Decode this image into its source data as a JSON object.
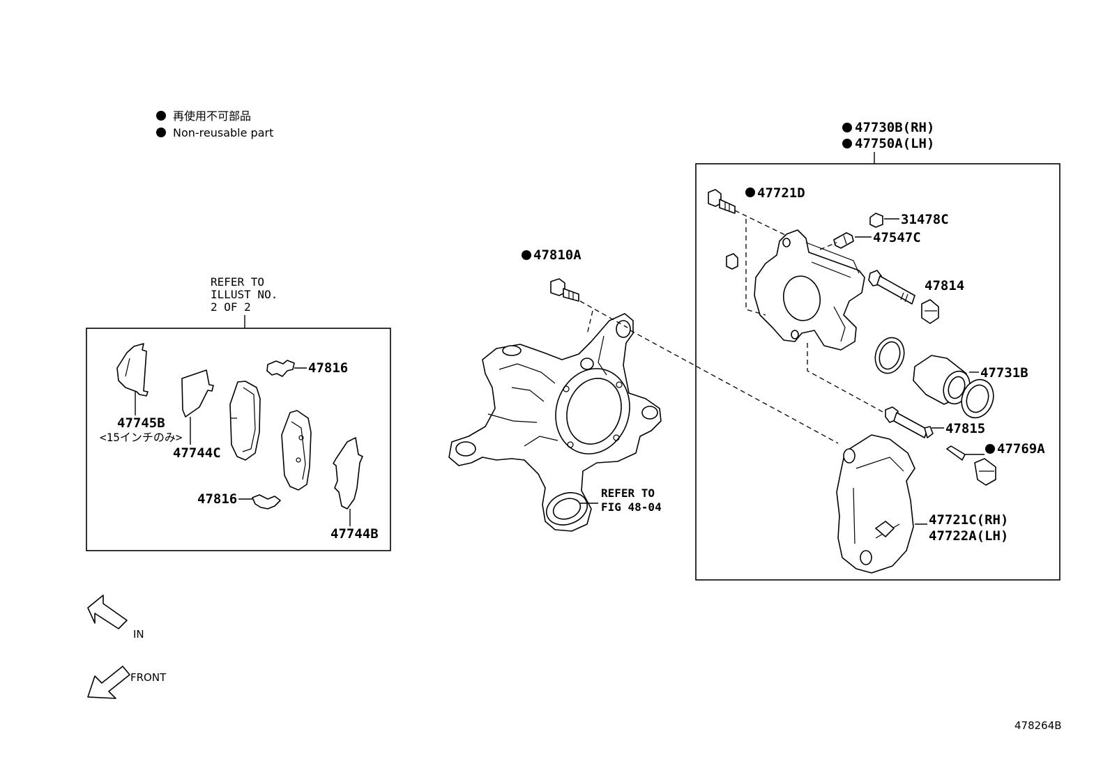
{
  "legend": {
    "jp": "再使用不可部品",
    "en": "Non-reusable part"
  },
  "refer_illust": {
    "line1": "REFER TO",
    "line2": "ILLUST NO.",
    "line3": "2 OF 2"
  },
  "refer_fig": {
    "line1": "REFER TO",
    "line2": "FIG 48-04"
  },
  "parts": {
    "p47745B": "47745B",
    "p47745B_note": "<15インチのみ>",
    "p47744C": "47744C",
    "p47816_top": "47816",
    "p47816_bottom": "47816",
    "p47744B": "47744B",
    "p47810A": "47810A",
    "p47730B": "47730B(RH)",
    "p47750A": "47750A(LH)",
    "p47721D": "47721D",
    "p31478C": "31478C",
    "p47547C": "47547C",
    "p47814": "47814",
    "p47731B": "47731B",
    "p47815": "47815",
    "p47769A": "47769A",
    "p47721C": "47721C(RH)",
    "p47722A": "47722A(LH)"
  },
  "directions": {
    "in": "IN",
    "front": "FRONT"
  },
  "diagram_id": "478264B"
}
